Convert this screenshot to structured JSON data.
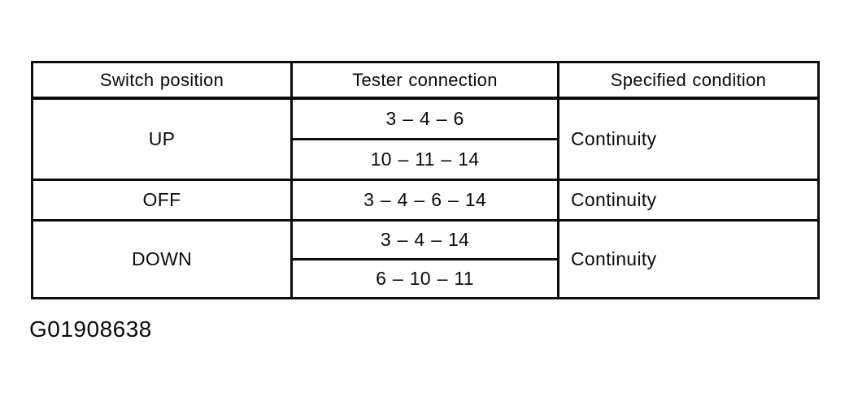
{
  "figure_id": "G01908638",
  "table": {
    "headers": [
      "Switch position",
      "Tester connection",
      "Specified condition"
    ],
    "rows": [
      {
        "switch_position": "UP",
        "tester_connections": [
          "3 – 4 – 6",
          "10 – 11 – 14"
        ],
        "specified_condition": "Continuity"
      },
      {
        "switch_position": "OFF",
        "tester_connections": [
          "3 – 4 – 6 – 14"
        ],
        "specified_condition": "Continuity"
      },
      {
        "switch_position": "DOWN",
        "tester_connections": [
          "3 – 4 – 14",
          "6 – 10 – 11"
        ],
        "specified_condition": "Continuity"
      }
    ]
  }
}
